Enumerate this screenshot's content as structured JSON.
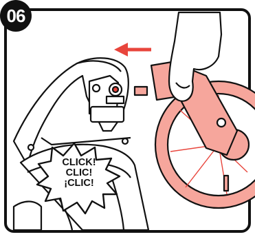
{
  "step": {
    "number": "06"
  },
  "callout": {
    "lines": [
      "CLICK!",
      "CLIC!",
      "¡CLIC!"
    ]
  },
  "icons": {
    "arrow": "direction-arrow-left-icon",
    "hand": "hand-icon",
    "wheel": "rear-wheel-icon",
    "stroller": "stroller-frame-icon"
  },
  "colors": {
    "accent": "#e8453c",
    "highlight": "#f6a69c",
    "outline": "#111111"
  }
}
